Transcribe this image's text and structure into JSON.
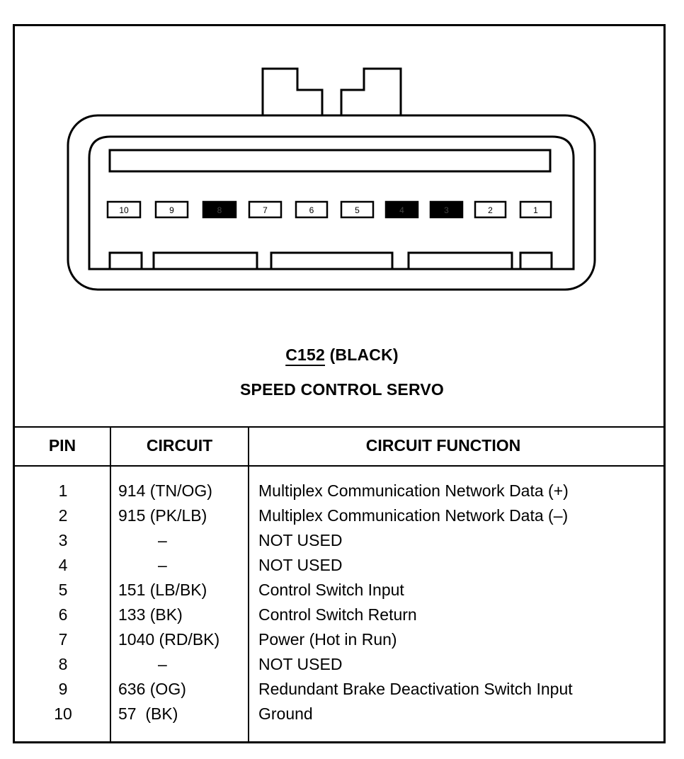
{
  "connector": {
    "id": "C152",
    "color_label": "(BLACK)",
    "name": "SPEED CONTROL SERVO",
    "pin_cavities": [
      {
        "label": "10",
        "filled": false
      },
      {
        "label": "9",
        "filled": false
      },
      {
        "label": "8",
        "filled": true
      },
      {
        "label": "7",
        "filled": false
      },
      {
        "label": "6",
        "filled": false
      },
      {
        "label": "5",
        "filled": false
      },
      {
        "label": "4",
        "filled": true
      },
      {
        "label": "3",
        "filled": true
      },
      {
        "label": "2",
        "filled": false
      },
      {
        "label": "1",
        "filled": false
      }
    ]
  },
  "table": {
    "headers": {
      "pin": "PIN",
      "circuit": "CIRCUIT",
      "function": "CIRCUIT FUNCTION"
    },
    "rows": [
      {
        "pin": "1",
        "circuit": "914 (TN/OG)",
        "function": "Multiplex Communication Network Data (+)"
      },
      {
        "pin": "2",
        "circuit": "915 (PK/LB)",
        "function": "Multiplex Communication Network Data (–)"
      },
      {
        "pin": "3",
        "circuit": "–",
        "function": "NOT USED"
      },
      {
        "pin": "4",
        "circuit": "–",
        "function": "NOT USED"
      },
      {
        "pin": "5",
        "circuit": "151 (LB/BK)",
        "function": "Control Switch Input"
      },
      {
        "pin": "6",
        "circuit": "133 (BK)",
        "function": "Control Switch Return"
      },
      {
        "pin": "7",
        "circuit": "1040 (RD/BK)",
        "function": "Power (Hot in Run)"
      },
      {
        "pin": "8",
        "circuit": "–",
        "function": "NOT USED"
      },
      {
        "pin": "9",
        "circuit": "636 (OG)",
        "function": "Redundant Brake Deactivation Switch Input"
      },
      {
        "pin": "10",
        "circuit": "57  (BK)",
        "function": "Ground"
      }
    ]
  },
  "colors": {
    "ink": "#000000",
    "paper": "#ffffff"
  }
}
